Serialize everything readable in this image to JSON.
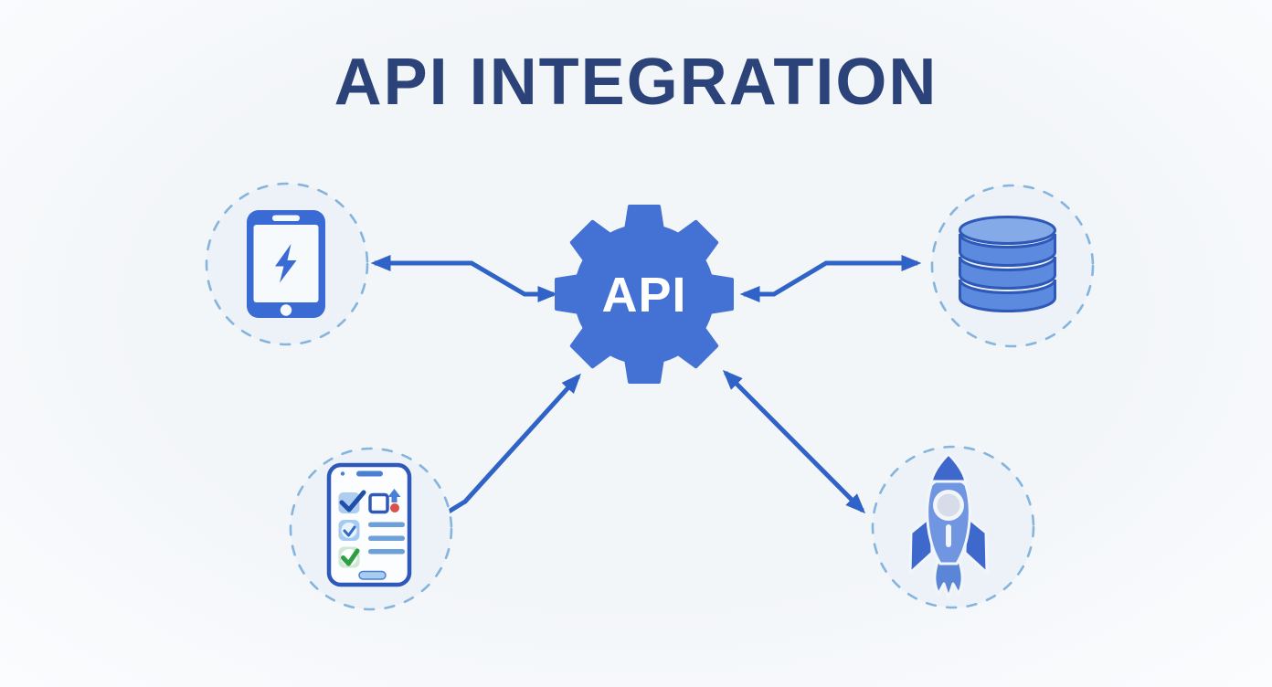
{
  "title": "API INTEGRATION",
  "hub": {
    "label": "API",
    "shape": "gear"
  },
  "nodes": [
    {
      "id": "mobile-app",
      "icon": "smartphone-lightning-icon",
      "position": "top-left"
    },
    {
      "id": "database",
      "icon": "database-icon",
      "position": "top-right"
    },
    {
      "id": "checklist-app",
      "icon": "checklist-tablet-icon",
      "position": "bottom-left"
    },
    {
      "id": "rocket-launch",
      "icon": "rocket-icon",
      "position": "bottom-right"
    }
  ],
  "connections": [
    {
      "from": "mobile-app",
      "to": "api-hub",
      "bidirectional": true
    },
    {
      "from": "api-hub",
      "to": "database",
      "bidirectional": true
    },
    {
      "from": "checklist-app",
      "to": "api-hub",
      "bidirectional": false
    },
    {
      "from": "api-hub",
      "to": "rocket-launch",
      "bidirectional": true
    }
  ],
  "theme": {
    "background": "#f3f6f9",
    "title_color": "#2b4379",
    "hub_color": "#4472d4",
    "hub_label_color": "#ffffff",
    "arrow_color": "#2f63c7",
    "node_fill": "#ecf2f8",
    "node_ring": "#85b4dd",
    "icon_primary": "#3a6bd4",
    "icon_dark": "#2e59b8",
    "icon_mid": "#5c8ade",
    "icon_light": "#85aae8",
    "accent_red": "#d9504c",
    "accent_green": "#2f9e44"
  }
}
